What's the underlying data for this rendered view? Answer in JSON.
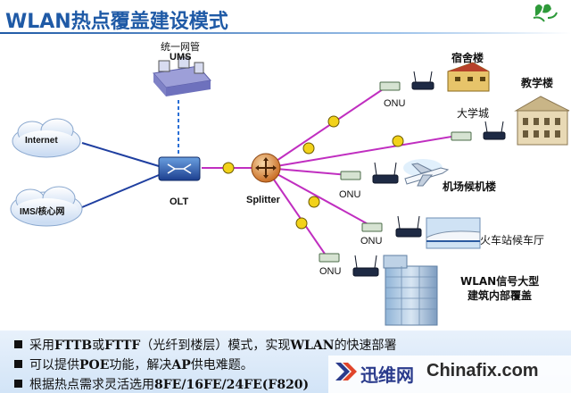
{
  "title": "WLAN热点覆盖建设模式",
  "ums": {
    "caption": "统一网管",
    "name": "UMS"
  },
  "clouds": {
    "internet": "Internet",
    "ims": "IMS/核心网"
  },
  "olt": "OLT",
  "splitter": "Splitter",
  "onu_label": "ONU",
  "sites": {
    "dorm": "宿舍楼",
    "university": "大学城",
    "teaching": "教学楼",
    "airport": "机场候机楼",
    "station": "火车站候车厅",
    "building_line1": "WLAN信号大型",
    "building_line2": "建筑内部覆盖"
  },
  "bullets": [
    {
      "prefix": "采用",
      "b1": "FTTB",
      "mid1": "或",
      "b2": "FTTF",
      "mid2": "（光纤到楼层）模式，实现",
      "b3": "WLAN",
      "suffix": "的快速部署"
    },
    {
      "prefix": "可以提供",
      "b1": "POE",
      "mid1": "功能，解决",
      "b2": "AP",
      "mid2": "供电难题。",
      "b3": "",
      "suffix": ""
    },
    {
      "prefix": "根据热点需求灵活选用",
      "b1": "8FE/16FE/24FE(F820)",
      "mid1": "",
      "b2": "",
      "mid2": "",
      "b3": "",
      "suffix": ""
    }
  ],
  "watermark": {
    "cn": "迅维网",
    "en": "Chinafix.com"
  },
  "colors": {
    "title": "#1f5aa6",
    "fiber": "#c02ec0",
    "mgmt": "#2a6fd6",
    "uplink": "#1f3fa0"
  }
}
